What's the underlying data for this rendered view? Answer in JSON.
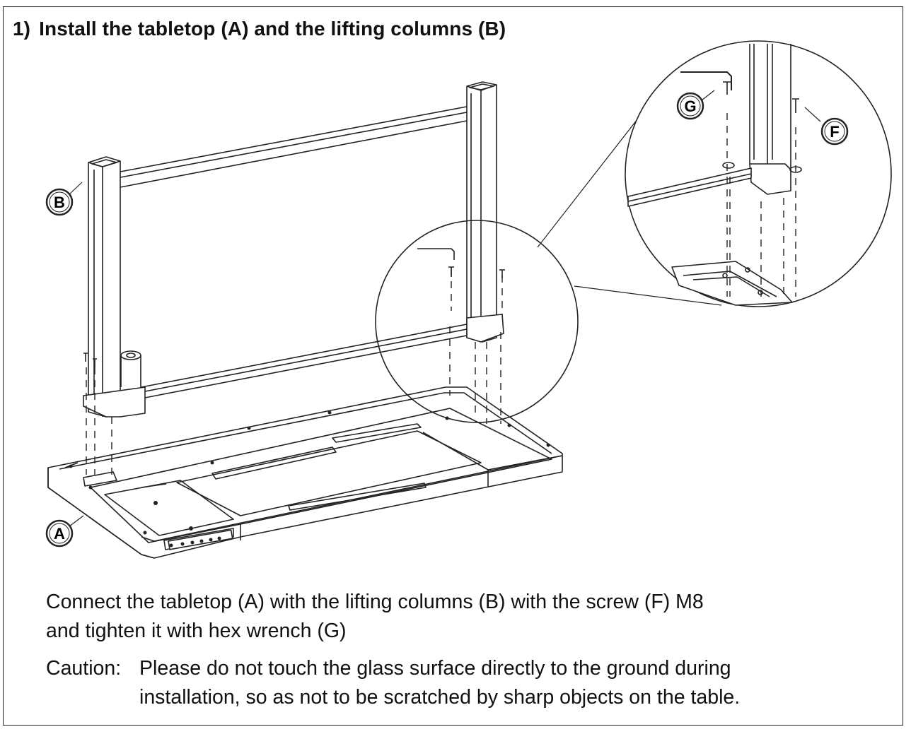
{
  "step": {
    "number": "1)",
    "title": "Install the tabletop (A) and the lifting columns (B)"
  },
  "callouts": {
    "A": "A",
    "B": "B",
    "F": "F",
    "G": "G"
  },
  "instruction": {
    "line1": "Connect the tabletop (A) with the lifting columns (B) with the screw (F) M8",
    "line2": "and tighten it with hex wrench (G)"
  },
  "caution": {
    "label": "Caution:",
    "line1": "Please do not touch the glass surface directly to the ground during",
    "line2": "installation, so as not to be scratched by sharp objects on the table."
  }
}
